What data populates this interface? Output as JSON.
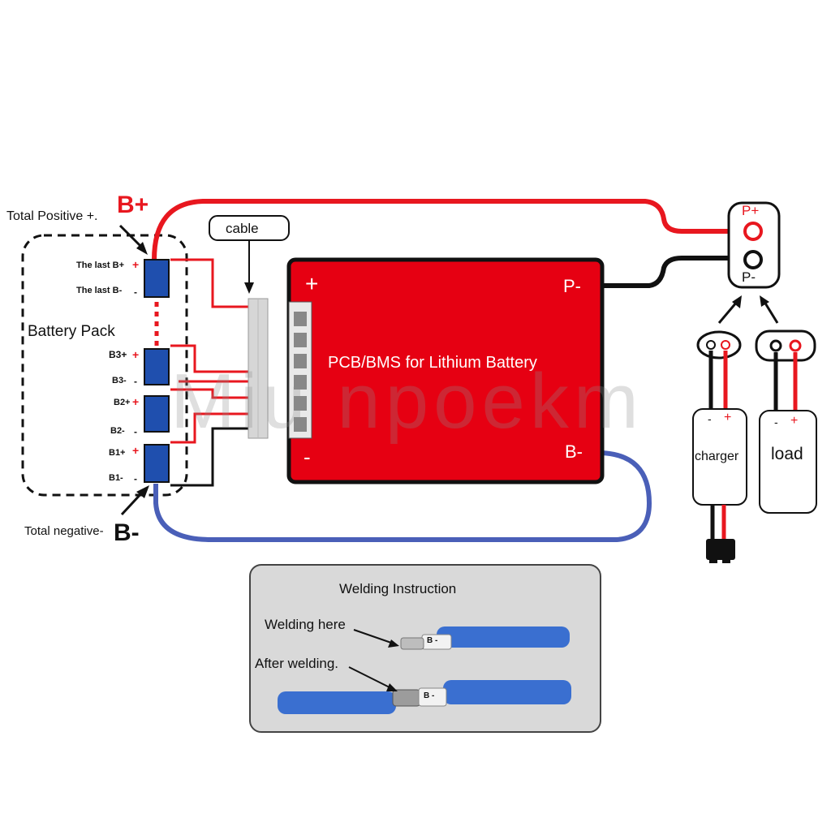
{
  "labels": {
    "total_positive": "Total Positive +.",
    "b_plus": "B+",
    "total_negative": "Total negative-",
    "b_minus": "B-",
    "battery_pack": "Battery Pack",
    "cable": "cable",
    "the_last_b_plus": "The last B+",
    "the_last_b_minus": "The last B-",
    "b3_plus": "B3+",
    "b3_minus": "B3-",
    "b2_plus": "B2+",
    "b2_minus": "B2-",
    "b1_plus": "B1+",
    "b1_minus": "B1-"
  },
  "bms": {
    "title": "PCB/BMS for Lithium Battery",
    "plus": "+",
    "minus": "-",
    "p_minus": "P-",
    "b_minus": "B-"
  },
  "output_port": {
    "p_plus": "P+",
    "p_minus": "P-"
  },
  "devices": {
    "charger": "charger",
    "load": "load"
  },
  "welding": {
    "title": "Welding Instruction",
    "welding_here": "Welding here",
    "after_welding": "After welding.",
    "sleeve_label": "B -"
  },
  "watermark": "Miu npoekm",
  "colors": {
    "red_wire": "#e8171f",
    "bms_red": "#e60012",
    "blue_wire": "#4a5fb8",
    "cell_blue": "#1f4fae",
    "panel_gray": "#d9d9d9"
  }
}
